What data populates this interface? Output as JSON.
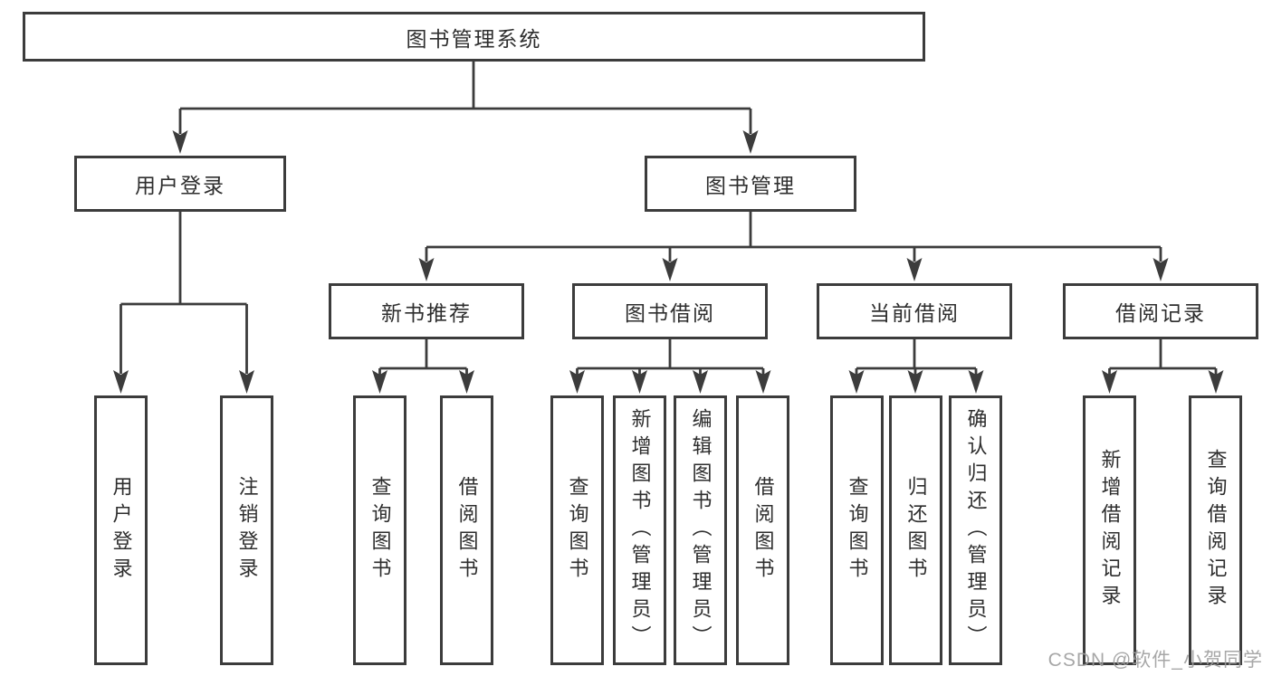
{
  "colors": {
    "line": "#3c3c3c",
    "text": "#2e2e2e",
    "box_bg": "#ffffff",
    "background": "#ffffff",
    "watermark": "#9e9e9e"
  },
  "diagram": {
    "root": {
      "label": "图书管理系统"
    },
    "level2": [
      {
        "label": "用户登录"
      },
      {
        "label": "图书管理"
      }
    ],
    "level3": [
      {
        "label": "新书推荐"
      },
      {
        "label": "图书借阅"
      },
      {
        "label": "当前借阅"
      },
      {
        "label": "借阅记录"
      }
    ],
    "groups": [
      {
        "parent": "用户登录",
        "children": [
          "用户登录",
          "注销登录"
        ]
      },
      {
        "parent": "新书推荐",
        "children": [
          "查询图书",
          "借阅图书"
        ]
      },
      {
        "parent": "图书借阅",
        "children": [
          "查询图书",
          "新增图书（管理员）",
          "编辑图书（管理员）",
          "借阅图书"
        ]
      },
      {
        "parent": "当前借阅",
        "children": [
          "查询图书",
          "归还图书",
          "确认归还（管理员）"
        ]
      },
      {
        "parent": "借阅记录",
        "children": [
          "新增借阅记录",
          "查询借阅记录"
        ]
      }
    ]
  },
  "watermark": {
    "text": "CSDN @软件_小贺同学"
  }
}
